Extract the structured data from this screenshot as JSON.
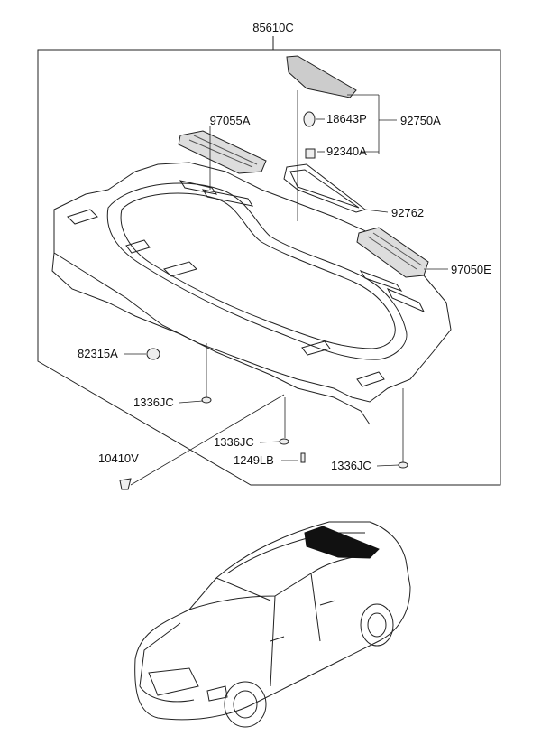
{
  "assembly_label": "85610C",
  "parts": {
    "p97055A": "97055A",
    "p18643P": "18643P",
    "p92750A": "92750A",
    "p92340A": "92340A",
    "p92762": "92762",
    "p97050E": "97050E",
    "p82315A": "82315A",
    "p1336JC_a": "1336JC",
    "p1336JC_b": "1336JC",
    "p1336JC_c": "1336JC",
    "p1249LB": "1249LB",
    "p10410V": "10410V"
  },
  "colors": {
    "line": "#222222",
    "highlight": "#111111",
    "background": "#ffffff"
  }
}
